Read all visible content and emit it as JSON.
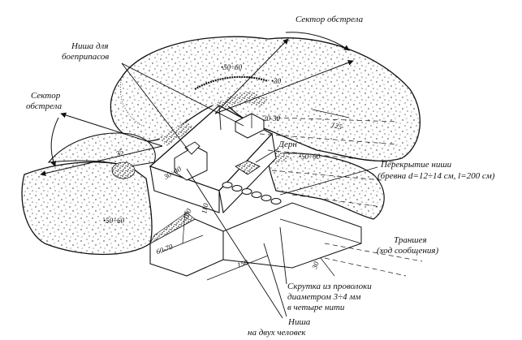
{
  "labels": {
    "sector_top": "Сектор обстрела",
    "sector_left_1": "Сектор",
    "sector_left_2": "обстрела",
    "niche_ammo_1": "Ниша для",
    "niche_ammo_2": "боеприпасов",
    "turf": "Дерн",
    "roof_1": "Перекрытие ниши",
    "roof_2": "(бревна d=12÷14 см, l=200 см)",
    "trench_1": "Траншея",
    "trench_2": "(ход сообщения)",
    "wire_1": "Скрутка из проволоки",
    "wire_2": "диаметром 3÷4 мм",
    "wire_3": "в четыре нити",
    "niche_two_1": "Ниша",
    "niche_two_2": "на двух человек"
  },
  "dimensions": {
    "d_50_60_top": "•50÷60",
    "d_30": "•30",
    "d_20_30": "20-30",
    "d_125": "125",
    "d_50_60_mid": "•50÷60",
    "d_35": "35",
    "d_30_40": "30÷40",
    "d_50_60_left": "•50÷60",
    "d_60_70": "60-70",
    "d_110": "110",
    "d_150": "150",
    "d_30_b": "30",
    "d_100": "100"
  }
}
